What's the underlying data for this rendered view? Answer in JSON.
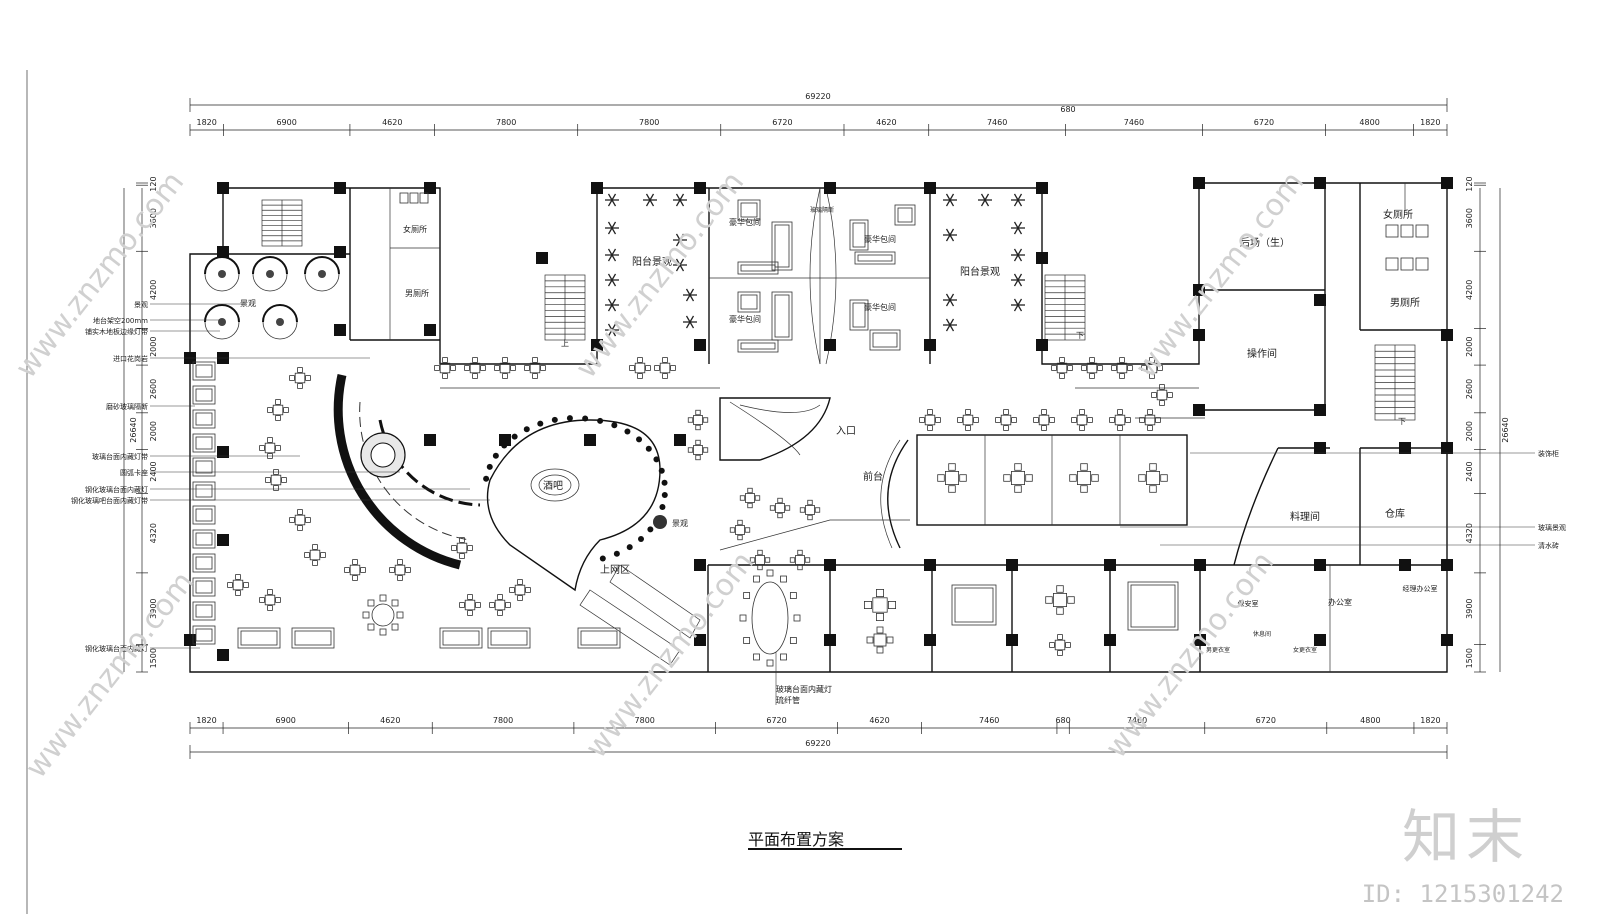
{
  "drawing_title": "平面布置方案",
  "dimensions": {
    "overall": "69220",
    "segments_top": [
      "1820",
      "6900",
      "4620",
      "7800",
      "7800",
      "6720",
      "4620",
      "7460",
      "7460",
      "6720",
      "4800",
      "1820"
    ],
    "segments_bottom": [
      "1820",
      "6900",
      "4620",
      "7800",
      "7800",
      "6720",
      "4620",
      "7460",
      "680",
      "7460",
      "6720",
      "4800",
      "1820"
    ],
    "mid_offset": "680",
    "left_total": "26640",
    "left_segments": [
      "120",
      "3600",
      "4200",
      "2000",
      "2600",
      "2000",
      "2400",
      "4320",
      "3900",
      "1500"
    ],
    "right_total": "26640",
    "right_segments": [
      "120",
      "3600",
      "4200",
      "2000",
      "2600",
      "2000",
      "2400",
      "4320",
      "3900",
      "1500"
    ]
  },
  "rooms": {
    "balcony_left": "阳台景观",
    "balcony_right": "阳台景观",
    "vip_1": "豪华包间",
    "vip_2": "豪华包间",
    "vip_3": "豪华包间",
    "vip_4": "豪华包间",
    "corridor": "玻璃隔断",
    "womens_wc_left": "女厕所",
    "mens_wc_left": "男厕所",
    "womens_wc_right": "女厕所",
    "mens_wc_right": "男厕所",
    "back_kitchen": "后场（生）",
    "operation_room": "操作间",
    "prep_room": "料理间",
    "warehouse": "仓库",
    "bar": "酒吧",
    "landscape": "景观",
    "entrance": "入口",
    "front_desk": "前台",
    "online_area": "上网区",
    "security_room": "保安室",
    "office": "办公室",
    "manager_office": "经理办公室",
    "staff_room": "休息间",
    "male_locker": "男更衣室",
    "female_locker": "女更衣室",
    "stair_up_left": "上",
    "stair_down_right": "下",
    "stair_down_east": "下"
  },
  "left_annotations": [
    "景观",
    "地台架空200mm",
    "铺实木地板边缘灯带",
    "进口花岗岩",
    "磨砂玻璃隔断",
    "玻璃台面内藏灯带",
    "圆弧卡座",
    "钢化玻璃台面内藏灯",
    "钢化玻璃吧台面内藏灯带",
    "钢化玻璃台面内藏灯"
  ],
  "right_annotations": [
    "装饰柜",
    "玻璃景观",
    "清水砖"
  ],
  "bottom_annotations": [
    "玻璃台面内藏灯",
    "琉纤管"
  ],
  "watermark": {
    "site_text": "www.znzmo.com",
    "logo_text": "知末",
    "id_text": "ID: 1215301242"
  }
}
